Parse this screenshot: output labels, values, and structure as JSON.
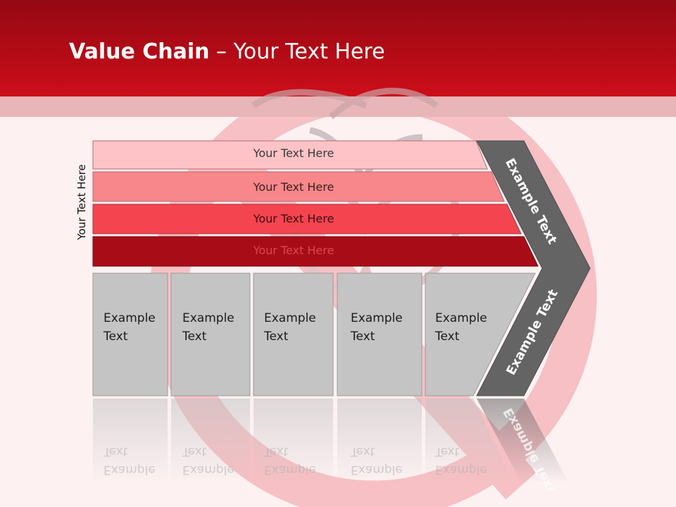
{
  "slide": {
    "title_bold": "Value Chain",
    "title_rest": " – Your Text Here",
    "vertical_label": "Your Text Here"
  },
  "bands": [
    {
      "label": "Your Text Here"
    },
    {
      "label": "Your Text Here"
    },
    {
      "label": "Your Text Here"
    },
    {
      "label": "Your Text Here"
    }
  ],
  "columns": [
    {
      "line1": "Example",
      "line2": "Text"
    },
    {
      "line1": "Example",
      "line2": "Text"
    },
    {
      "line1": "Example",
      "line2": "Text"
    },
    {
      "line1": "Example",
      "line2": "Text"
    },
    {
      "line1": "Example",
      "line2": "Text"
    }
  ],
  "chevron": {
    "upper_label": "Example Text",
    "lower_label": "Example Text"
  },
  "colors": {
    "header": "#cc0e1a",
    "band_1": "#fdc3c7",
    "band_2": "#f7878a",
    "band_3": "#f4444f",
    "band_4": "#a80d17",
    "column": "#c4c4c4",
    "chevron": "#646464"
  }
}
